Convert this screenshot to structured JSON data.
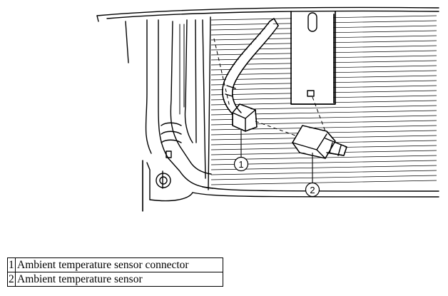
{
  "diagram": {
    "callouts": [
      {
        "number": "1"
      },
      {
        "number": "2"
      }
    ]
  },
  "legend": {
    "rows": [
      {
        "number": "1",
        "description": "Ambient temperature sensor connector"
      },
      {
        "number": "2",
        "description": "Ambient temperature sensor"
      }
    ]
  }
}
